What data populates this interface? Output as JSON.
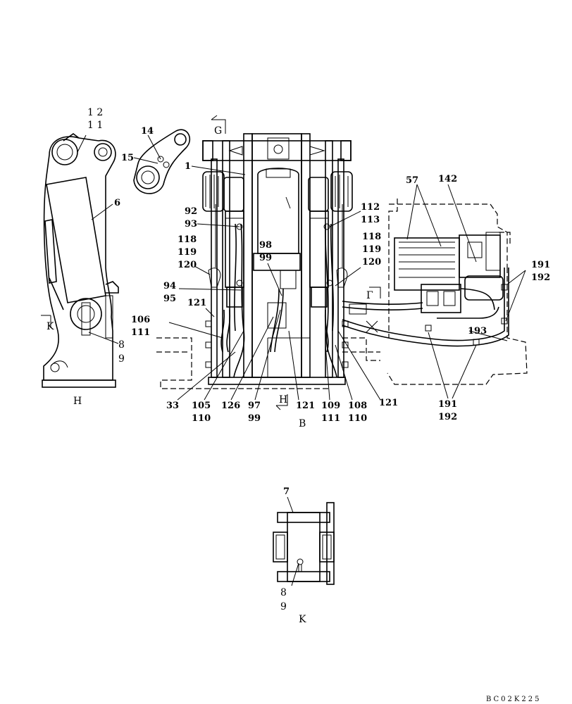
{
  "callouts": {
    "c12": "1 2",
    "c11": "1 1",
    "c14": "14",
    "c15": "15",
    "c6": "6",
    "c8a": "8",
    "c9a": "9",
    "c1": "1",
    "c92": "92",
    "c93": "93",
    "c118a": "118",
    "c119a": "119",
    "c120a": "120",
    "c94": "94",
    "c95": "95",
    "c121a": "121",
    "c106": "106",
    "c111a": "111",
    "c33": "33",
    "c105": "105",
    "c110a": "110",
    "c126": "126",
    "c97": "97",
    "c99a": "99",
    "c121b": "121",
    "c109": "109",
    "c111b": "111",
    "c108": "108",
    "c110b": "110",
    "c121c": "121",
    "c98": "98",
    "c99b": "99",
    "c112": "112",
    "c113": "113",
    "c118b": "118",
    "c119b": "119",
    "c120b": "120",
    "c57": "57",
    "c142": "142",
    "c191a": "191",
    "c192a": "192",
    "c193": "193",
    "c191b": "191",
    "c192b": "192",
    "c7": "7",
    "c8b": "8",
    "c9b": "9"
  },
  "view_labels": {
    "h_caption": "H",
    "b_caption": "B",
    "k_caption": "K",
    "g_marker": "G",
    "k_marker": "K",
    "h_marker": "H",
    "t_marker": "Γ"
  },
  "drawing_code": "BC02K225"
}
